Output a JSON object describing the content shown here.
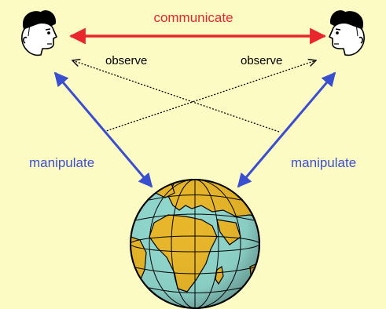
{
  "labels": {
    "communicate": "communicate",
    "observe_left": "observe",
    "observe_right": "observe",
    "manipulate_left": "manipulate",
    "manipulate_right": "manipulate"
  },
  "nodes": {
    "left_person_icon": "head-profile-facing-right",
    "right_person_icon": "head-profile-facing-left",
    "world_icon": "globe"
  },
  "colors": {
    "background": "#fdfbc4",
    "communicate": "#e8262b",
    "manipulate": "#3a4fcf",
    "observe": "#000000",
    "ocean": "#8fd6cc",
    "land": "#e8b628"
  }
}
